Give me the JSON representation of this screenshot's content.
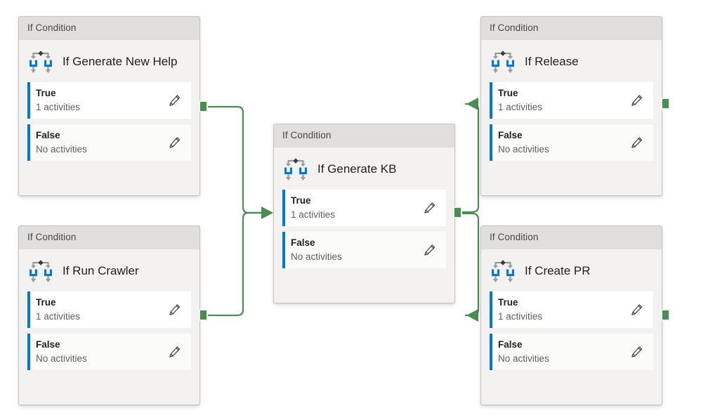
{
  "canvas": {
    "title": "Pipeline activity canvas",
    "background_color": "#ffffff",
    "connector_color": "#4a8c52",
    "port_color": "#498d53",
    "accent_color": "#0078d4",
    "card_header_color": "#e1dfdd",
    "card_body_color": "#f3f2f1"
  },
  "icons": {
    "branch": "if-condition-branch-icon",
    "pencil": "pencil-edit-icon",
    "arrow": "connector-arrowhead-icon",
    "port": "connector-port-handle"
  },
  "cards": [
    {
      "id": "if-generate-new-help",
      "header": "If Condition",
      "title": "If Generate KB",
      "branches": [
        {
          "label": "True",
          "activities": "1 activities",
          "edit": "Edit"
        },
        {
          "label": "False",
          "activities": "No activities",
          "edit": "Edit"
        }
      ]
    },
    {
      "id": "if-generate-new-help",
      "header": "If Condition",
      "title": "If Generate New Help",
      "branches": [
        {
          "label": "True",
          "activities": "1 activities",
          "edit": "Edit"
        },
        {
          "label": "False",
          "activities": "No activities",
          "edit": "Edit"
        }
      ]
    },
    {
      "id": "if-run-crawler",
      "header": "If Condition",
      "title": "If Run Crawler",
      "branches": [
        {
          "label": "True",
          "activities": "1 activities",
          "edit": "Edit"
        },
        {
          "label": "False",
          "activities": "No activities",
          "edit": "Edit"
        }
      ]
    },
    {
      "id": "if-generate-kb",
      "header": "If Condition",
      "title": "If Generate KB",
      "branches": [
        {
          "label": "True",
          "activities": "1 activities",
          "edit": "Edit"
        },
        {
          "label": "False",
          "activities": "No activities",
          "edit": "Edit"
        }
      ]
    },
    {
      "id": "if-release",
      "header": "If Condition",
      "title": "If Release",
      "branches": [
        {
          "label": "True",
          "activities": "1 activities",
          "edit": "Edit"
        },
        {
          "label": "False",
          "activities": "No activities",
          "edit": "Edit"
        }
      ]
    },
    {
      "id": "if-create-pr",
      "header": "If Condition",
      "title": "If Create PR",
      "branches": [
        {
          "label": "True",
          "activities": "1 activities",
          "edit": "Edit"
        },
        {
          "label": "False",
          "activities": "No activities",
          "edit": "Edit"
        }
      ]
    }
  ],
  "nodes": {
    "if_generate_new_help": {
      "header": "If Condition",
      "title": "If Generate New Help",
      "true_label": "True",
      "true_activities": "1 activities",
      "false_label": "False",
      "false_activities": "No activities"
    },
    "if_run_crawler": {
      "header": "If Condition",
      "title": "If Run Crawler",
      "true_label": "True",
      "true_activities": "1 activities",
      "false_label": "False",
      "false_activities": "No activities"
    },
    "if_generate_kb": {
      "header": "If Condition",
      "title": "If Generate KB",
      "true_label": "True",
      "true_activities": "1 activities",
      "false_label": "False",
      "false_activities": "No activities"
    },
    "if_release": {
      "header": "If Condition",
      "title": "If Release",
      "true_label": "True",
      "true_activities": "1 activities",
      "false_label": "False",
      "false_activities": "No activities"
    },
    "if_create_pr": {
      "header": "If Condition",
      "title": "If Create PR",
      "true_label": "True",
      "true_activities": "1 activities",
      "false_label": "False",
      "false_activities": "No activities"
    }
  },
  "connections": [
    {
      "from": "if-generate-new-help",
      "to": "if-generate-kb"
    },
    {
      "from": "if-run-crawler",
      "to": "if-generate-kb"
    },
    {
      "from": "if-generate-kb",
      "to": "if-release"
    },
    {
      "from": "if-generate-kb",
      "to": "if-create-pr"
    }
  ]
}
